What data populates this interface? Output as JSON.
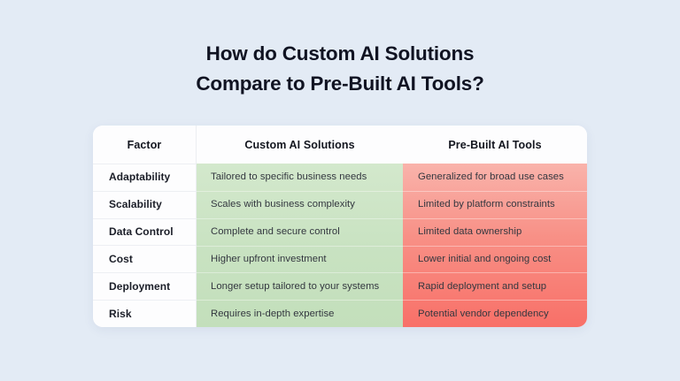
{
  "background_color": "#e3ebf5",
  "title": {
    "line1": "How do Custom AI Solutions",
    "line2": "Compare to Pre-Built AI Tools?"
  },
  "table": {
    "headers": {
      "factor": "Factor",
      "custom": "Custom AI Solutions",
      "prebuilt": "Pre-Built AI Tools"
    },
    "colors": {
      "custom_column": "#c8e2c1",
      "prebuilt_column_top": "#f9b3ab",
      "prebuilt_column_bottom": "#f87068",
      "card_background": "#fdfdfe",
      "text": "#33373f",
      "heading": "#13161f"
    },
    "rows": [
      {
        "factor": "Adaptability",
        "custom": "Tailored to specific business needs",
        "prebuilt": "Generalized for broad use cases"
      },
      {
        "factor": "Scalability",
        "custom": "Scales with business complexity",
        "prebuilt": "Limited by platform constraints"
      },
      {
        "factor": "Data Control",
        "custom": "Complete and secure control",
        "prebuilt": "Limited data ownership"
      },
      {
        "factor": "Cost",
        "custom": "Higher upfront investment",
        "prebuilt": "Lower initial and ongoing cost"
      },
      {
        "factor": "Deployment",
        "custom": "Longer setup tailored to your systems",
        "prebuilt": "Rapid deployment and setup"
      },
      {
        "factor": "Risk",
        "custom": "Requires in-depth expertise",
        "prebuilt": "Potential vendor dependency"
      }
    ]
  }
}
